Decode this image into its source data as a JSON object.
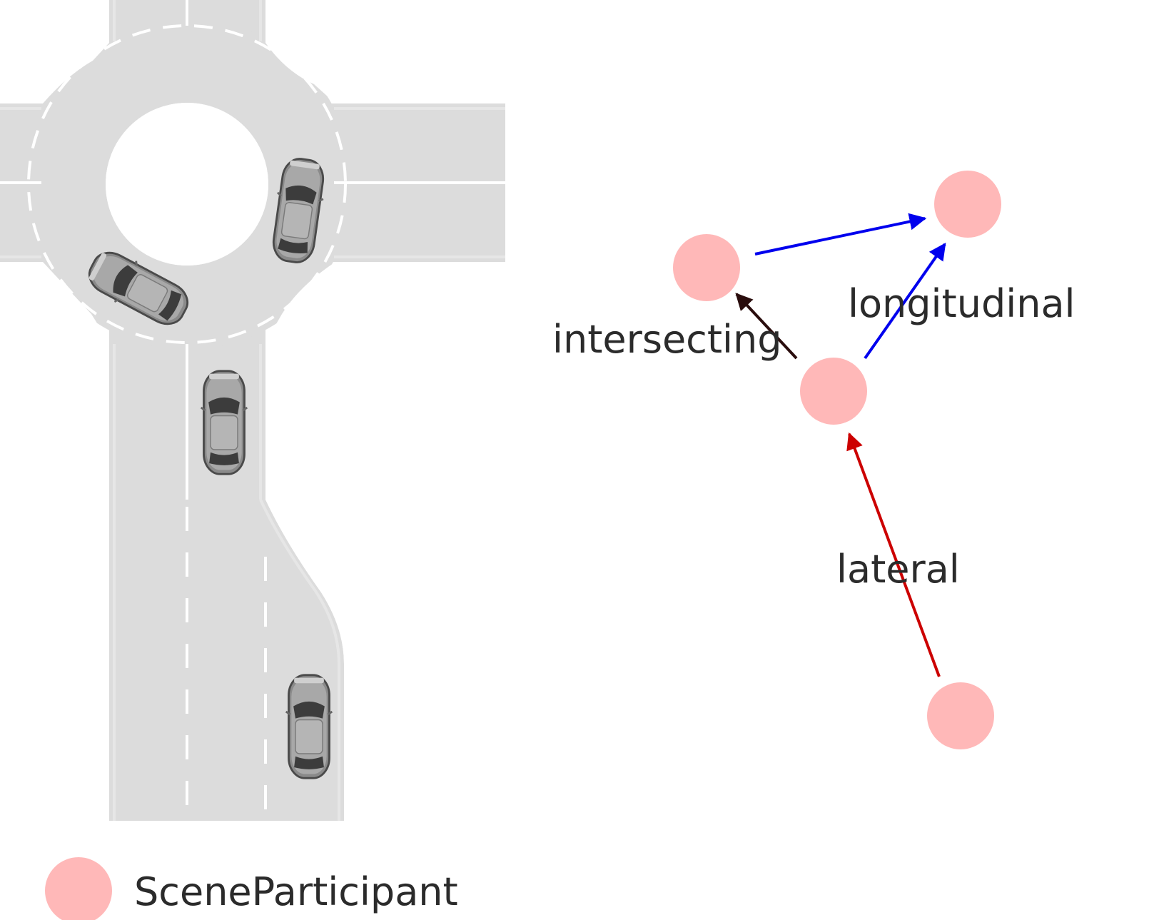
{
  "relations": {
    "longitudinal": "longitudinal",
    "intersecting": "intersecting",
    "lateral": "lateral"
  },
  "legend": {
    "participant_label": "SceneParticipant"
  },
  "colors": {
    "road": "#dcdcdc",
    "lane_marking": "#ffffff",
    "participant_node": "#ffb8b8",
    "longitudinal_edge": "#0000ee",
    "intersecting_edge": "#2a0d0d",
    "lateral_edge": "#cc0000",
    "text": "#2b2b2b"
  },
  "icons": {
    "vehicle": "car-top-view-icon",
    "node": "scene-participant-node"
  }
}
